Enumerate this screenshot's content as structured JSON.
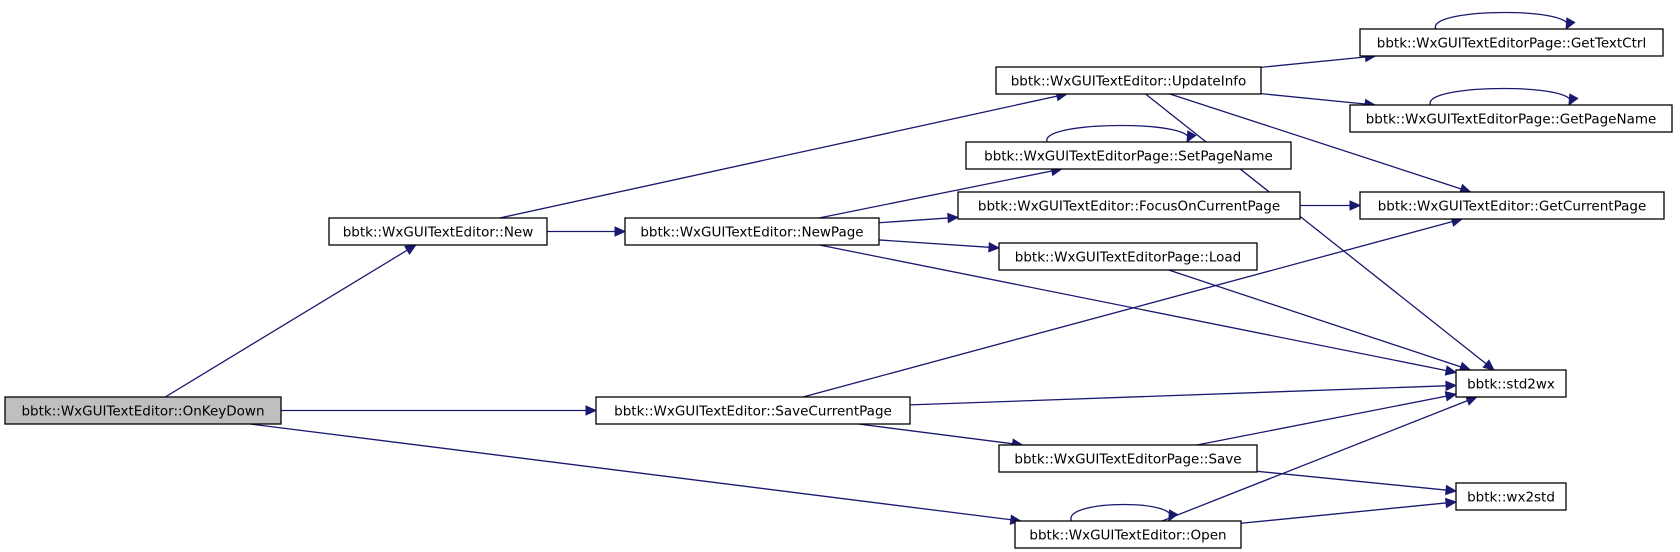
{
  "colors": {
    "edge": "#191970",
    "root_fill": "#bfbfbf",
    "node_fill": "#ffffff",
    "border": "#000000"
  },
  "nodes": [
    {
      "id": "onkeydown",
      "label": "bbtk::WxGUITextEditor::OnKeyDown",
      "root": true
    },
    {
      "id": "new",
      "label": "bbtk::WxGUITextEditor::New"
    },
    {
      "id": "savecurrentpage",
      "label": "bbtk::WxGUITextEditor::SaveCurrentPage"
    },
    {
      "id": "open",
      "label": "bbtk::WxGUITextEditor::Open"
    },
    {
      "id": "updateinfo",
      "label": "bbtk::WxGUITextEditor::UpdateInfo"
    },
    {
      "id": "newpage",
      "label": "bbtk::WxGUITextEditor::NewPage"
    },
    {
      "id": "setpagename",
      "label": "bbtk::WxGUITextEditorPage::SetPageName"
    },
    {
      "id": "focusoncurrentpage",
      "label": "bbtk::WxGUITextEditor::FocusOnCurrentPage"
    },
    {
      "id": "load",
      "label": "bbtk::WxGUITextEditorPage::Load"
    },
    {
      "id": "save",
      "label": "bbtk::WxGUITextEditorPage::Save"
    },
    {
      "id": "gettextctrl",
      "label": "bbtk::WxGUITextEditorPage::GetTextCtrl"
    },
    {
      "id": "getpagename",
      "label": "bbtk::WxGUITextEditorPage::GetPageName"
    },
    {
      "id": "getcurrentpage",
      "label": "bbtk::WxGUITextEditor::GetCurrentPage"
    },
    {
      "id": "std2wx",
      "label": "bbtk::std2wx"
    },
    {
      "id": "wx2std",
      "label": "bbtk::wx2std"
    }
  ],
  "edges": [
    {
      "from": "onkeydown",
      "to": "new"
    },
    {
      "from": "onkeydown",
      "to": "savecurrentpage"
    },
    {
      "from": "onkeydown",
      "to": "open"
    },
    {
      "from": "new",
      "to": "updateinfo"
    },
    {
      "from": "new",
      "to": "newpage"
    },
    {
      "from": "newpage",
      "to": "setpagename"
    },
    {
      "from": "newpage",
      "to": "focusoncurrentpage"
    },
    {
      "from": "newpage",
      "to": "load"
    },
    {
      "from": "newpage",
      "to": "std2wx"
    },
    {
      "from": "updateinfo",
      "to": "gettextctrl"
    },
    {
      "from": "updateinfo",
      "to": "getpagename"
    },
    {
      "from": "updateinfo",
      "to": "getcurrentpage"
    },
    {
      "from": "updateinfo",
      "to": "std2wx"
    },
    {
      "from": "setpagename",
      "to": "setpagename"
    },
    {
      "from": "gettextctrl",
      "to": "gettextctrl"
    },
    {
      "from": "getpagename",
      "to": "getpagename"
    },
    {
      "from": "focusoncurrentpage",
      "to": "getcurrentpage"
    },
    {
      "from": "load",
      "to": "std2wx"
    },
    {
      "from": "savecurrentpage",
      "to": "getcurrentpage"
    },
    {
      "from": "savecurrentpage",
      "to": "std2wx"
    },
    {
      "from": "savecurrentpage",
      "to": "save"
    },
    {
      "from": "save",
      "to": "std2wx"
    },
    {
      "from": "save",
      "to": "wx2std"
    },
    {
      "from": "open",
      "to": "open"
    },
    {
      "from": "open",
      "to": "std2wx"
    },
    {
      "from": "open",
      "to": "wx2std"
    }
  ]
}
